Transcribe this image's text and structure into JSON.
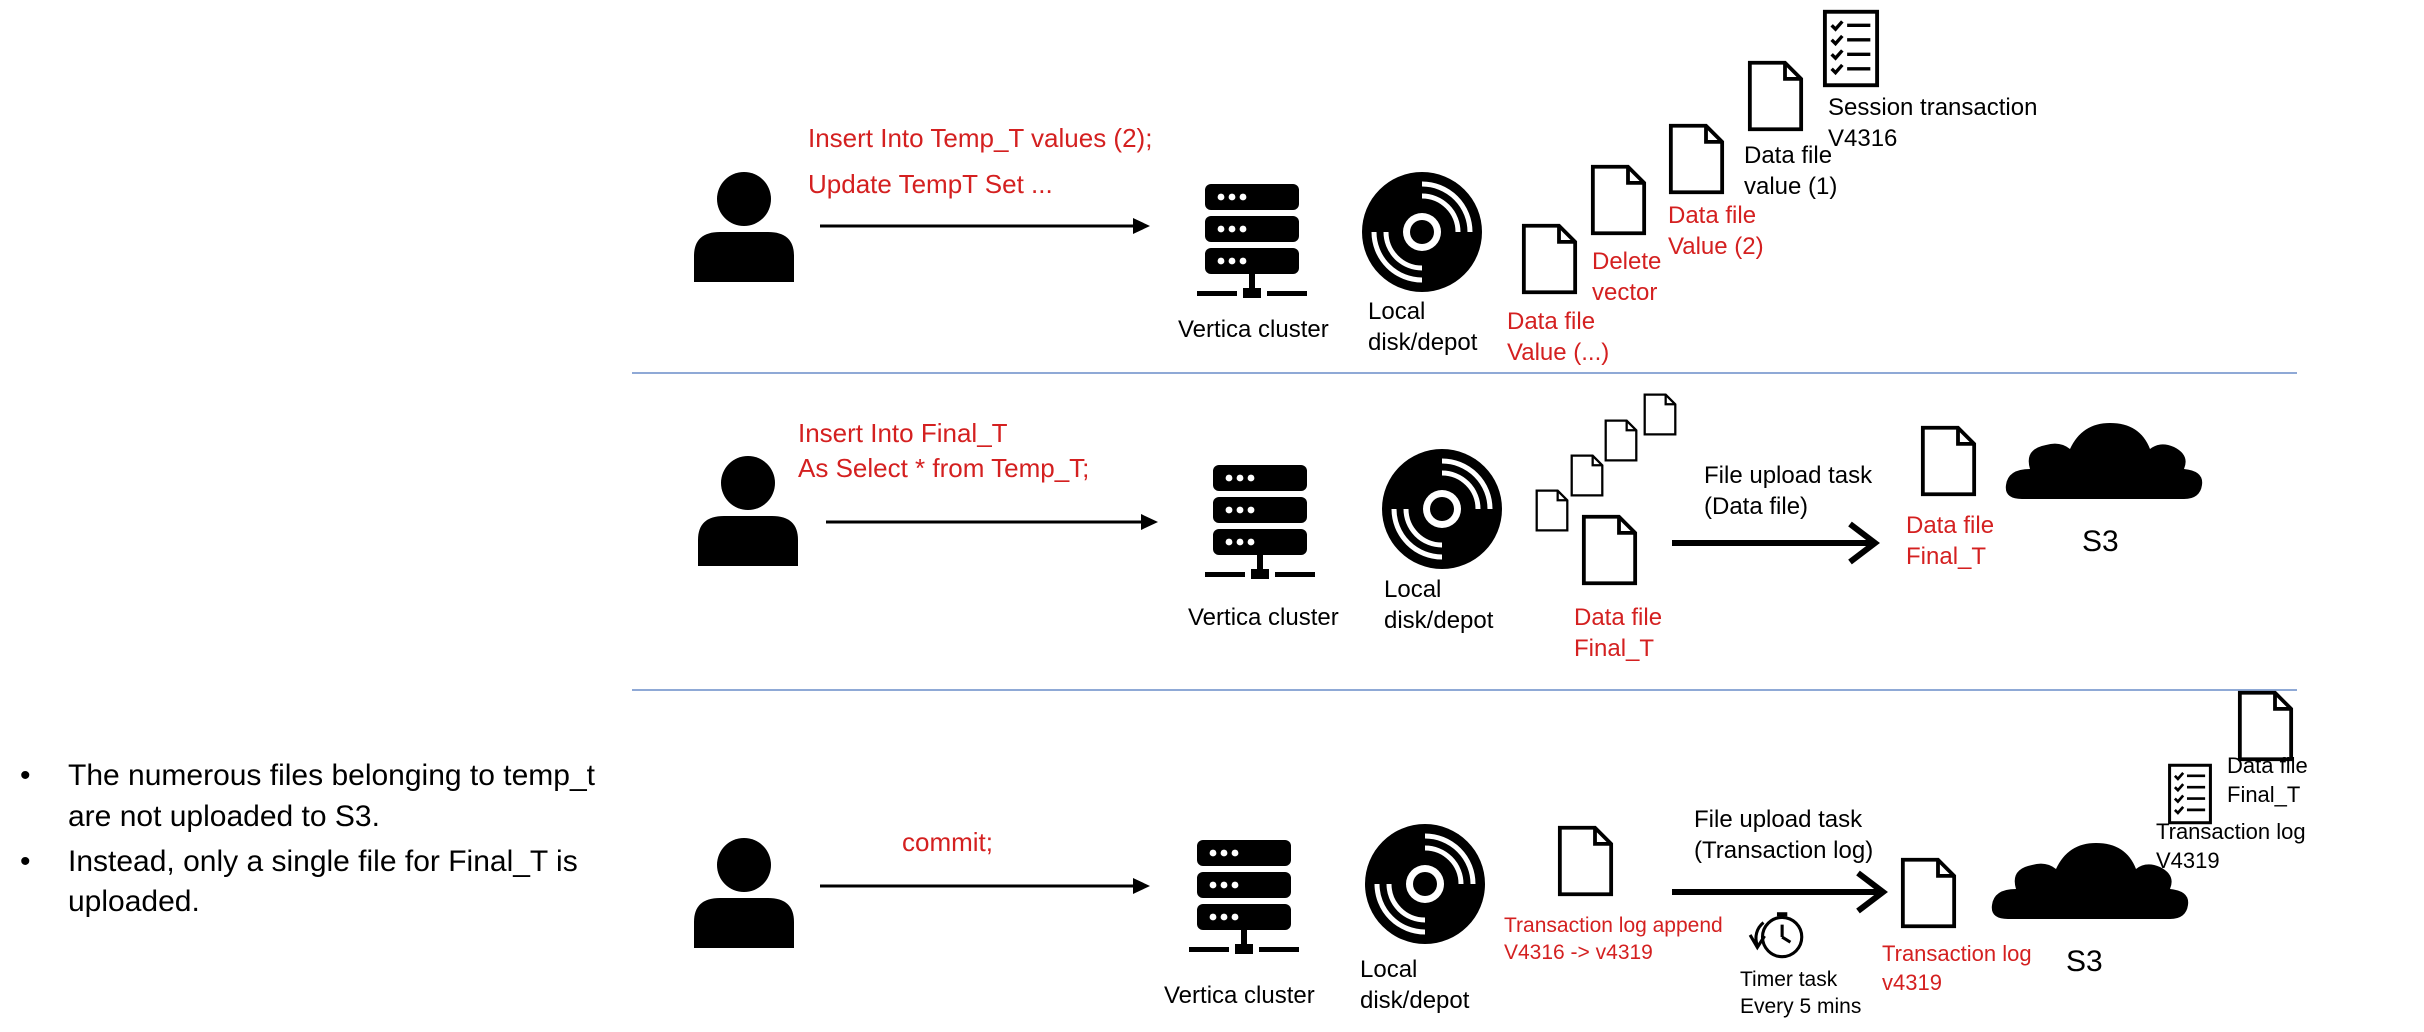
{
  "sections": [
    {
      "sql_lines": [
        "Insert Into Temp_T values (2);",
        "Update TempT Set ..."
      ],
      "cluster_label": "Vertica cluster",
      "disk_label": "Local\ndisk/depot",
      "files": [
        {
          "label": "Data file\nValue (...)",
          "color": "red"
        },
        {
          "label": "Delete\nvector",
          "color": "red"
        },
        {
          "label": "Data file\nValue (2)",
          "color": "red"
        },
        {
          "label": "Data file\nvalue (1)",
          "color": "black"
        }
      ],
      "session_label": "Session transaction\nV4316"
    },
    {
      "sql_lines": [
        "Insert Into  Final_T",
        "As Select * from Temp_T;"
      ],
      "cluster_label": "Vertica cluster",
      "disk_label": "Local\ndisk/depot",
      "local_file_label": "Data file\nFinal_T",
      "upload_task_label": "File upload task\n(Data file)",
      "uploaded_file_label": "Data file\nFinal_T",
      "cloud_label": "S3"
    },
    {
      "sql_lines": [
        "commit;"
      ],
      "cluster_label": "Vertica cluster",
      "disk_label": "Local\ndisk/depot",
      "local_file_label": "Transaction log append\nV4316 -> v4319",
      "upload_task_label": "File upload task\n(Transaction log)",
      "timer_label": "Timer task\nEvery 5 mins",
      "uploaded_file_label": "Transaction log\nv4319",
      "cloud_label": "S3",
      "s3_data_file_label": "Data file\nFinal_T",
      "s3_txlog_label": "Transaction log\nV4319"
    }
  ],
  "notes": [
    "The numerous files belonging to temp_t\nare not uploaded to S3.",
    "Instead, only a single file for Final_T is\nuploaded."
  ],
  "bullet_symbol": "•",
  "colors": {
    "accent_red": "#d42020",
    "divider": "#8fa9d6",
    "ink": "#000000"
  },
  "icons": [
    "user-icon",
    "server-icon",
    "disk-icon",
    "document-icon",
    "checklist-icon",
    "cloud-icon",
    "timer-icon",
    "arrow-icon"
  ]
}
